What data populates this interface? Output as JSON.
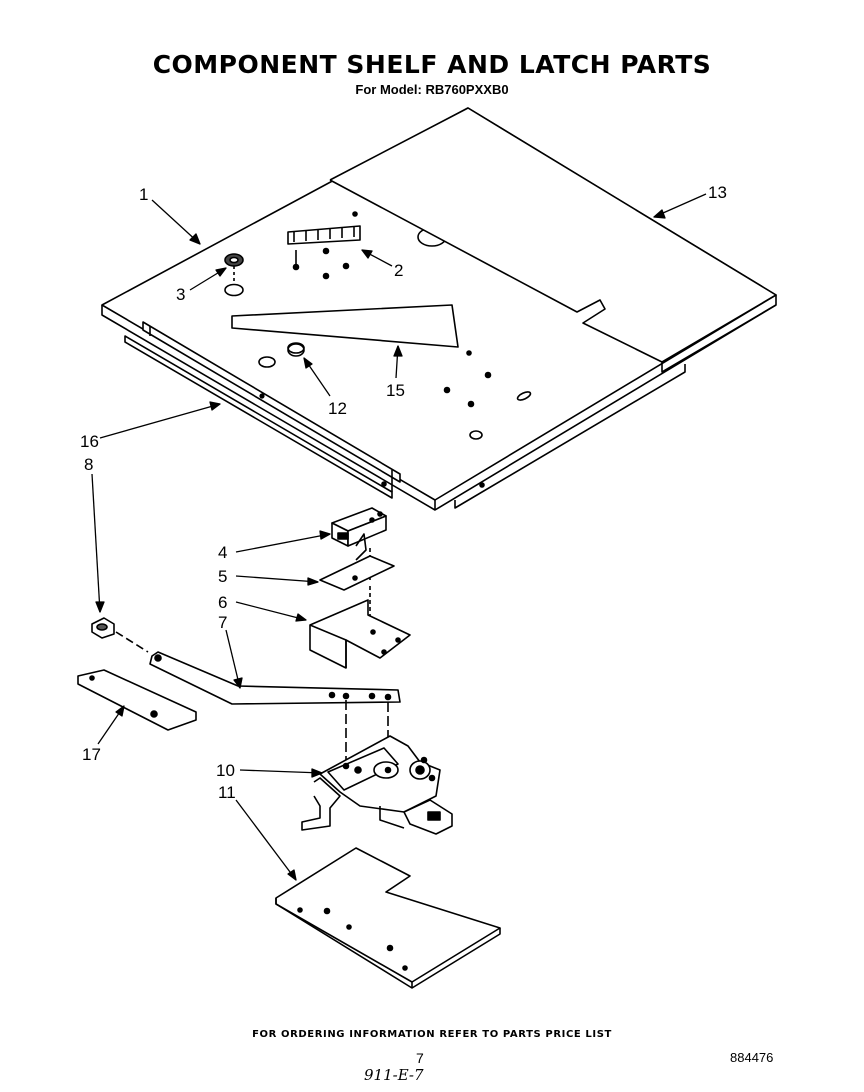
{
  "header": {
    "title": "COMPONENT SHELF AND LATCH PARTS",
    "model_line": "For Model: RB760PXXB0"
  },
  "callouts": [
    {
      "id": "c1",
      "label": "1"
    },
    {
      "id": "c2",
      "label": "2"
    },
    {
      "id": "c3",
      "label": "3"
    },
    {
      "id": "c4",
      "label": "4"
    },
    {
      "id": "c5",
      "label": "5"
    },
    {
      "id": "c6",
      "label": "6"
    },
    {
      "id": "c7",
      "label": "7"
    },
    {
      "id": "c8",
      "label": "8"
    },
    {
      "id": "c10",
      "label": "10"
    },
    {
      "id": "c11",
      "label": "11"
    },
    {
      "id": "c12",
      "label": "12"
    },
    {
      "id": "c13",
      "label": "13"
    },
    {
      "id": "c15",
      "label": "15"
    },
    {
      "id": "c16",
      "label": "16"
    },
    {
      "id": "c17",
      "label": "17"
    }
  ],
  "footer": {
    "ordering_note": "FOR ORDERING INFORMATION REFER TO PARTS PRICE LIST",
    "page_number": "7",
    "document_number": "884476",
    "handwritten_note": "911-E-7"
  }
}
